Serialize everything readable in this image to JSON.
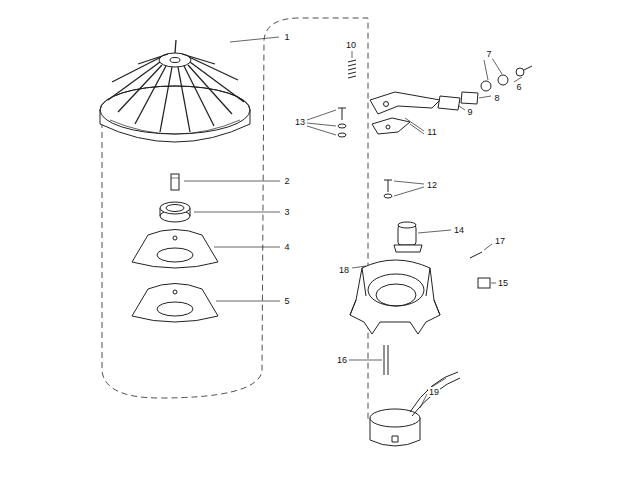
{
  "diagram": {
    "labels": [
      "1",
      "2",
      "3",
      "4",
      "5",
      "10",
      "7",
      "6",
      "8",
      "9",
      "13",
      "11",
      "12",
      "14",
      "17",
      "15",
      "18",
      "16",
      "19"
    ]
  }
}
